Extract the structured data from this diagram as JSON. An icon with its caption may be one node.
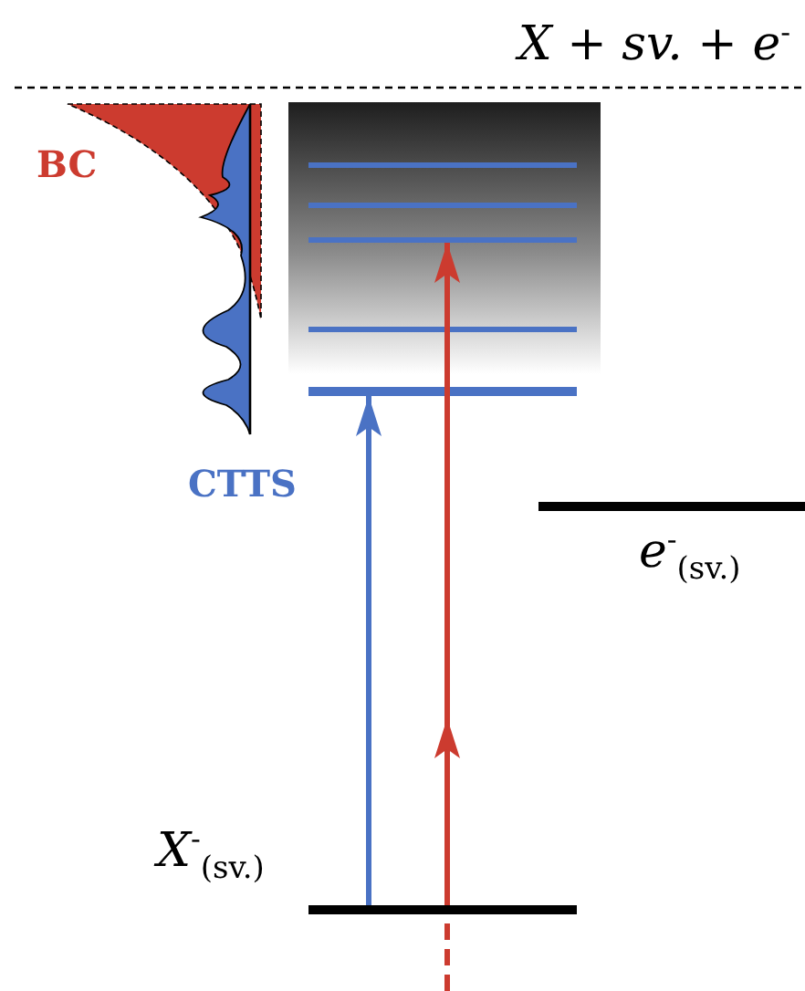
{
  "diagram": {
    "nodes": [
      {
        "text": [],
        "shape": "box"
      },
      {
        "text": [],
        "shape": "bar",
        "in": 0
      },
      {
        "text": [],
        "shape": "bar",
        "in": 0
      },
      {
        "text": [],
        "shape": "bar",
        "in": 0
      },
      {
        "text": [],
        "shape": "bar",
        "in": 0
      },
      {
        "text": [],
        "shape": "bar"
      },
      {
        "text": [],
        "shape": "bar",
        "beside": [
          "*e*$^{-}$$_{(sv.)}$"
        ]
      },
      {
        "text": [],
        "shape": "bar",
        "beside": [
          "*X*$^{-}$$_{(sv.)}$"
        ]
      }
    ],
    "edges": [
      {
        "from": 7,
        "to": 5,
        "arrow": "to",
        "color": "#4a72c4"
      },
      {
        "from": 7,
        "to": 3,
        "arrow": "to",
        "color": "#cc3b2f"
      },
      {
        "from": null,
        "to": 7,
        "arrow": "none",
        "style": "dashed",
        "color": "#cc3b2f"
      }
    ],
    "labels": [
      "*X* + *sv.* + *e*$^{-}$",
      "BC",
      "CTTS"
    ]
  }
}
